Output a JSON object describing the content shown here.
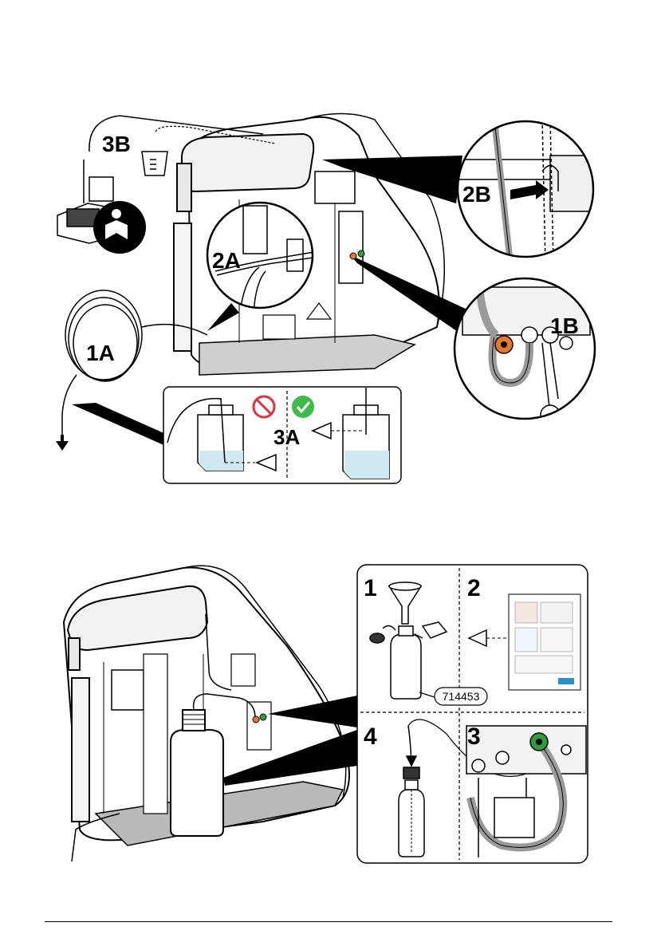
{
  "figure_top": {
    "callouts": {
      "c1A": "1A",
      "c1B": "1B",
      "c2A": "2A",
      "c2B": "2B",
      "c3A": "3A",
      "c3B": "3B"
    }
  },
  "figure_bottom": {
    "steps": {
      "s1": "1",
      "s2": "2",
      "s3": "3",
      "s4": "4"
    },
    "part_number": "714453"
  },
  "colors": {
    "orange_fitting": "#e8772a",
    "green_fitting": "#2e9e3a",
    "check_green": "#3dbb4a",
    "prohibit_red": "#e0323a",
    "water_blue": "#cfe9f2",
    "tray_gray": "#b9b9b9",
    "tube_gray": "#9a9a9a"
  }
}
